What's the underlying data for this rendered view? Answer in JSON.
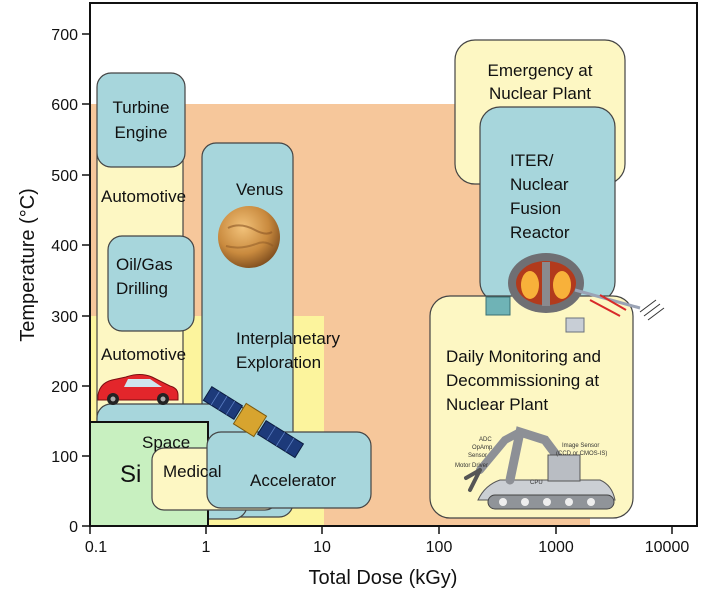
{
  "chart": {
    "xlabel": "Total Dose (kGy)",
    "ylabel": "Temperature (°C)",
    "x_ticks": [
      "0.1",
      "1",
      "10",
      "100",
      "1000",
      "10000"
    ],
    "y_ticks": [
      "0",
      "100",
      "200",
      "300",
      "400",
      "500",
      "600",
      "700"
    ],
    "x_scale": "log",
    "x_range": [
      0.1,
      10000
    ],
    "y_range": [
      0,
      750
    ],
    "colors": {
      "nuclear": "#f6c79b",
      "light_yellow": "#fdf7c3",
      "mid_yellow": "#fcf49d",
      "teal": "#a7d6dc",
      "si_green": "#c8f0c0",
      "outline": "#333333"
    }
  },
  "regions": {
    "turbine": [
      "Turbine",
      "Engine"
    ],
    "automotive_high": "Automotive",
    "oil_gas": [
      "Oil/Gas",
      "Drilling"
    ],
    "automotive_low": "Automotive",
    "venus": "Venus",
    "interplanetary": [
      "Interplanetary",
      "Exploration"
    ],
    "space": "Space",
    "medical": "Medical",
    "accelerator": "Accelerator",
    "si": "Si",
    "emergency": [
      "Emergency at",
      "Nuclear Plant"
    ],
    "iter": [
      "ITER/",
      "Nuclear",
      "Fusion",
      "Reactor"
    ],
    "daily": [
      "Daily Monitoring and",
      "Decommissioning at",
      "Nuclear Plant"
    ]
  },
  "robot_labels": [
    "ADC",
    "OpAmp",
    "Sensor",
    "Motor Driver",
    "Image Sensor",
    "(CCD or CMOS-IS)",
    "CPU"
  ],
  "icons": {
    "car": "car-icon",
    "venus": "venus-planet-icon",
    "satellite": "satellite-icon",
    "tokamak": "tokamak-reactor-icon",
    "robot": "robot-arm-icon"
  }
}
